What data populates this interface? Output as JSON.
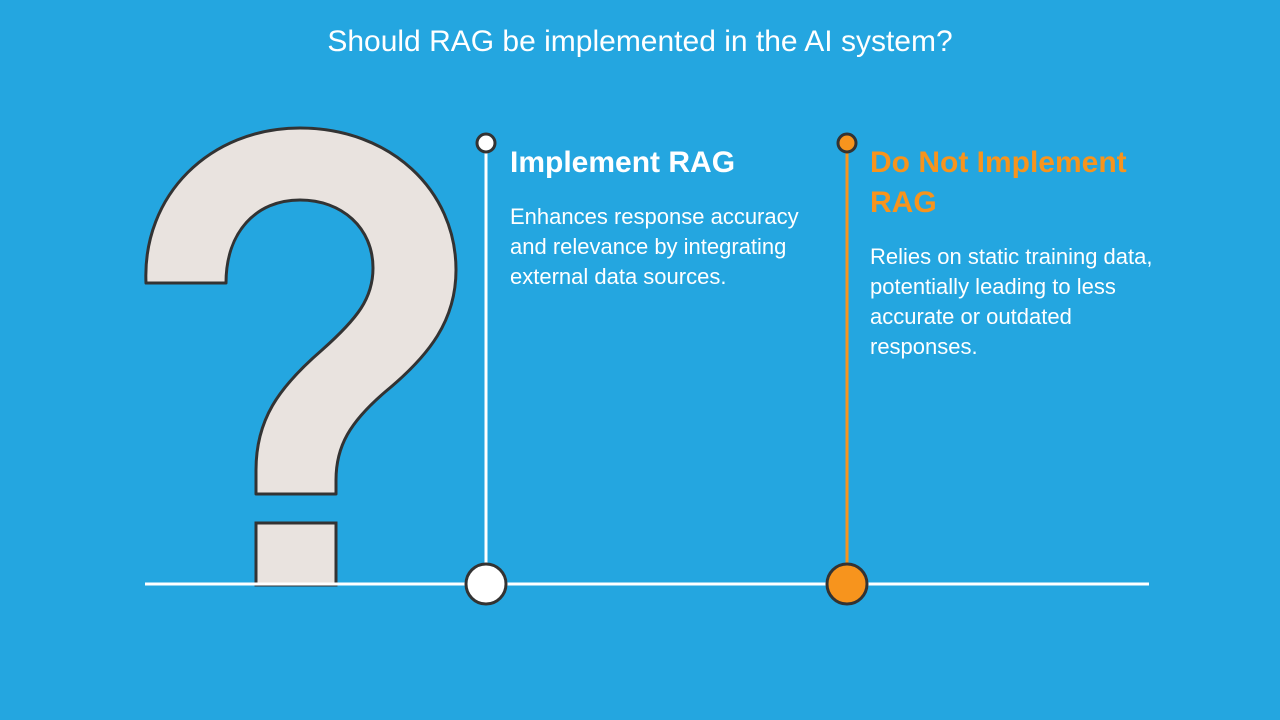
{
  "title": "Should RAG be implemented in the AI system?",
  "colors": {
    "background": "#24a6e0",
    "question_mark_fill": "#e9e3df",
    "outline": "#333333",
    "baseline": "#ffffff",
    "option1_accent": "#ffffff",
    "option2_accent": "#f7941d"
  },
  "icon": "question-mark-icon",
  "options": [
    {
      "heading": "Implement RAG",
      "description": "Enhances response accuracy and relevance by integrating external data sources."
    },
    {
      "heading": "Do Not Implement RAG",
      "description": "Relies on static training data, potentially leading to less accurate or outdated responses."
    }
  ]
}
